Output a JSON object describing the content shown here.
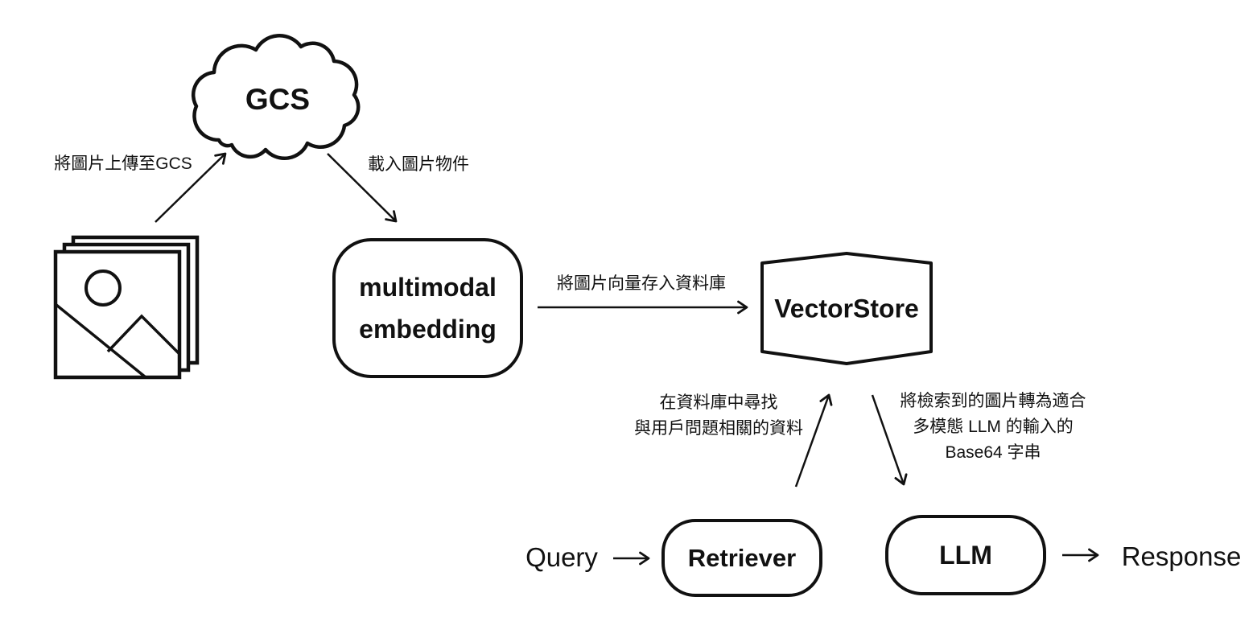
{
  "nodes": {
    "gcs": {
      "label": "GCS"
    },
    "embedding": {
      "line1": "multimodal",
      "line2": "embedding"
    },
    "vectorstore": {
      "label": "VectorStore"
    },
    "retriever": {
      "label": "Retriever"
    },
    "llm": {
      "label": "LLM"
    }
  },
  "edges": {
    "upload": {
      "label": "將圖片上傳至GCS"
    },
    "load": {
      "label": "載入圖片物件"
    },
    "store": {
      "label": "將圖片向量存入資料庫"
    },
    "search": {
      "line1": "在資料庫中尋找",
      "line2": "與用戶問題相關的資料"
    },
    "convert": {
      "line1": "將檢索到的圖片轉為適合",
      "line2": "多模態 LLM 的輸入的",
      "line3": "Base64 字串"
    }
  },
  "io": {
    "query": "Query",
    "response": "Response"
  },
  "icons": {
    "images_stack": "stacked-photo-frames-with-sun-and-mountains",
    "gcs_cloud": "cloud-outline",
    "vectorstore_shape": "chevron-top-bottom-store-shape"
  },
  "colors": {
    "ink": "#111111",
    "background": "#ffffff"
  }
}
